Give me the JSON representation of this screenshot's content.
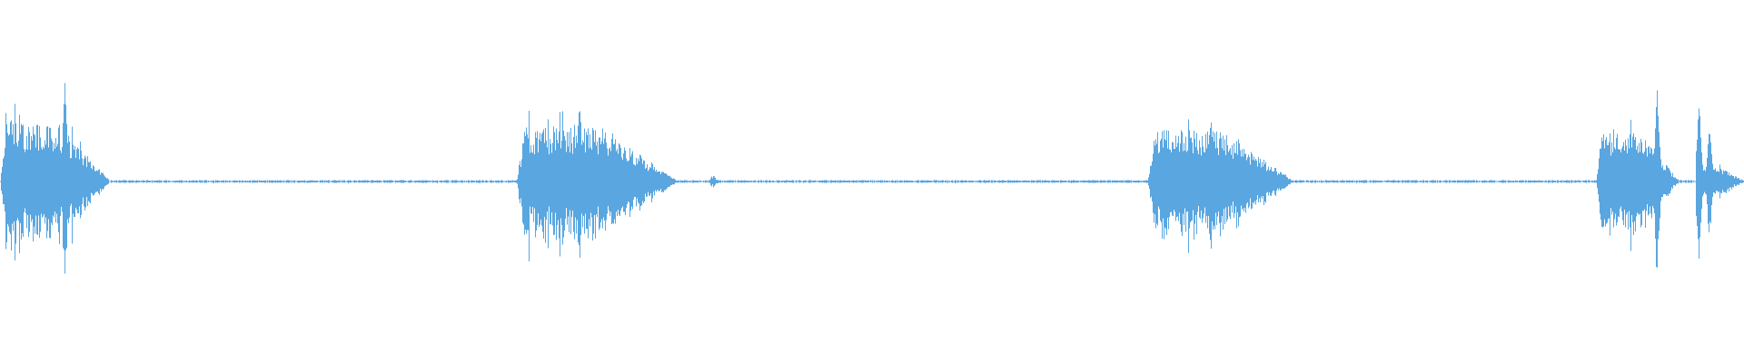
{
  "waveform": {
    "color": "#5aa6e0",
    "background": "#ffffff",
    "noise_amplitude": 0.012,
    "bursts": [
      {
        "start": 0.0,
        "end": 0.062,
        "peak": 0.98,
        "body_amplitude": 0.52,
        "spikes": [
          {
            "at": 0.006,
            "amplitude": 0.72
          },
          {
            "at": 0.037,
            "amplitude": 0.98
          }
        ]
      },
      {
        "start": 0.296,
        "end": 0.387,
        "peak": 0.86,
        "body_amplitude": 0.48,
        "spikes": [
          {
            "at": 0.332,
            "amplitude": 0.86
          },
          {
            "at": 0.346,
            "amplitude": 0.4
          }
        ]
      },
      {
        "start": 0.407,
        "end": 0.412,
        "peak": 0.07,
        "body_amplitude": 0.05,
        "spikes": []
      },
      {
        "start": 0.658,
        "end": 0.74,
        "peak": 0.66,
        "body_amplitude": 0.46,
        "spikes": [
          {
            "at": 0.694,
            "amplitude": 0.66
          }
        ]
      },
      {
        "start": 0.915,
        "end": 0.962,
        "peak": 0.92,
        "body_amplitude": 0.44,
        "spikes": [
          {
            "at": 0.95,
            "amplitude": 0.92
          },
          {
            "at": 0.919,
            "amplitude": 0.48
          }
        ]
      },
      {
        "start": 0.972,
        "end": 1.0,
        "peak": 0.8,
        "body_amplitude": 0.12,
        "spikes": [
          {
            "at": 0.974,
            "amplitude": 0.8
          },
          {
            "at": 0.98,
            "amplitude": 0.55
          }
        ]
      }
    ]
  }
}
